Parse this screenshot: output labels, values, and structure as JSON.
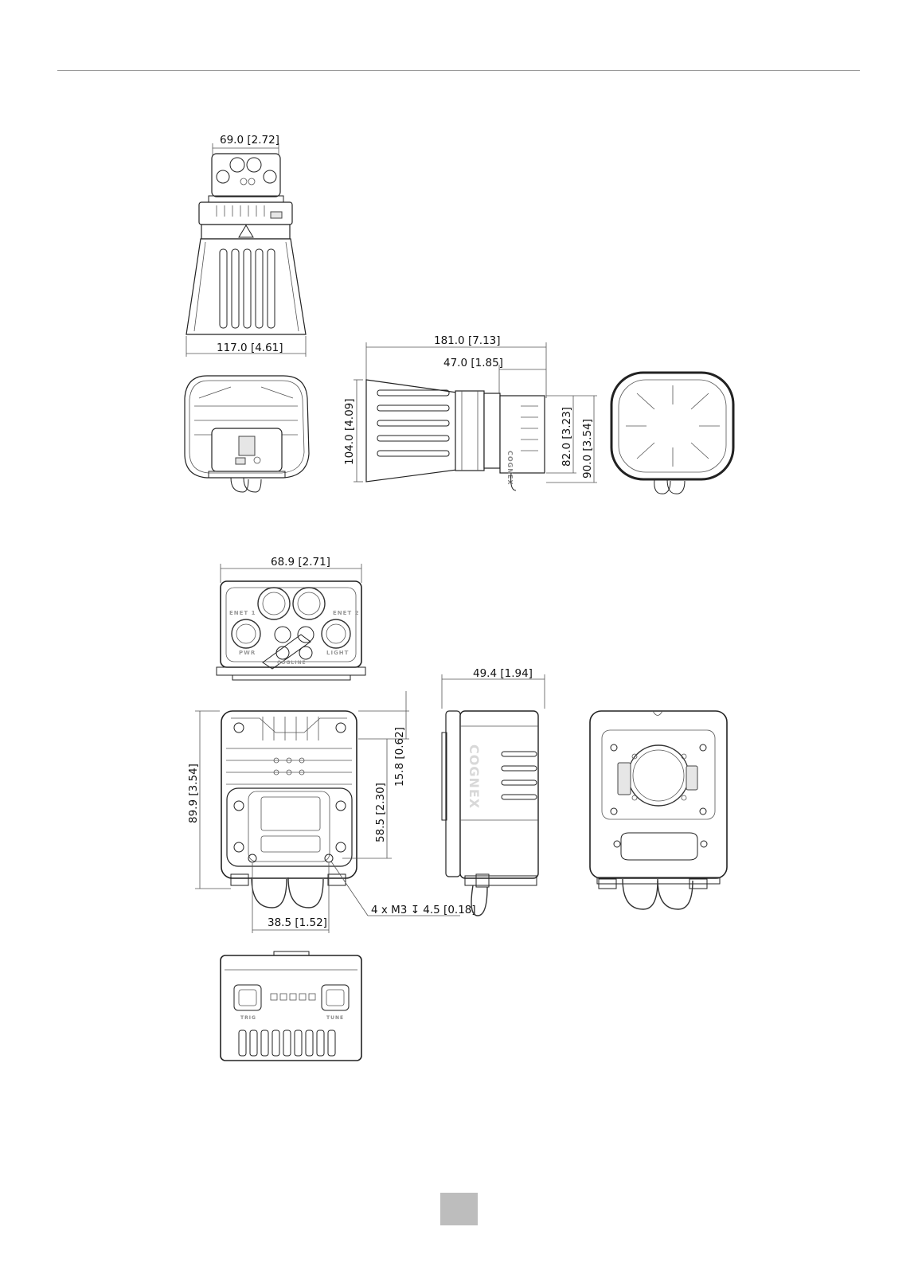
{
  "dimensions": {
    "top_front_width": "69.0 [2.72]",
    "top_front_base": "117.0 [4.61]",
    "side_length": "181.0 [7.13]",
    "side_body": "47.0 [1.85]",
    "side_height_left": "104.0 [4.09]",
    "side_height_82": "82.0 [3.23]",
    "side_height_90": "90.0 [3.54]",
    "connector_width": "68.9 [2.71]",
    "body_depth": "49.4 [1.94]",
    "body_height": "89.9 [3.54]",
    "mount_spacing_v": "58.5 [2.30]",
    "mount_offset": "15.8 [0.62]",
    "mount_spacing_h": "38.5 [1.52]",
    "screw_spec": "4 x M3 ↧ 4.5 [0.18]"
  },
  "labels": {
    "brand": "COGNEX",
    "pwr": "PWR",
    "light": "LIGHT",
    "enet1": "ENET 1",
    "enet2": "ENET 2",
    "cogline": "COGLINE",
    "tune": "TUNE",
    "trig": "TRIG"
  }
}
